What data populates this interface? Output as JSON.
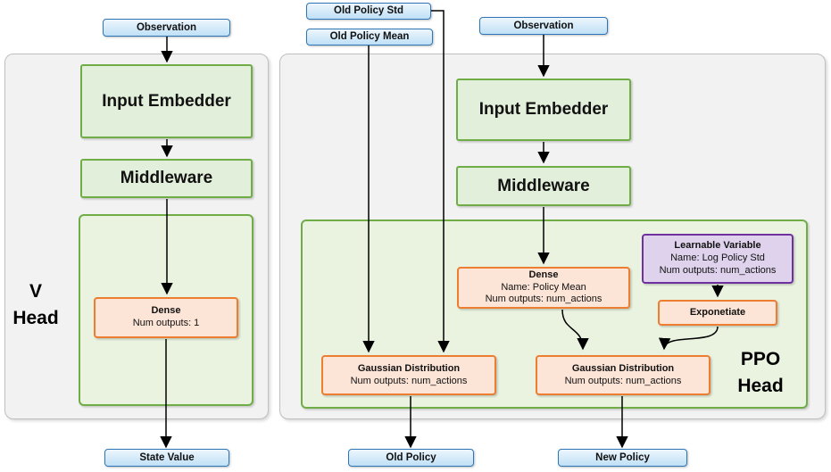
{
  "colors": {
    "blue_fill": "#cfe6f8",
    "blue_border": "#2e75b6",
    "green_fill": "#e2efda",
    "green_border": "#70ad47",
    "orange_fill": "#fce4d6",
    "orange_border": "#ed7d31",
    "purple_fill": "#ded2ec",
    "purple_border": "#7030a0",
    "gray_fill": "#f2f2f2",
    "gray_border": "#bfbfbf",
    "arrow": "#000000"
  },
  "v_head": {
    "label_line1": "V",
    "label_line2": "Head",
    "observation": "Observation",
    "input_embedder": "Input Embedder",
    "middleware": "Middleware",
    "dense": {
      "title": "Dense",
      "subtitle": "Num outputs: 1"
    },
    "output": "State Value"
  },
  "ppo_head": {
    "label_line1": "PPO",
    "label_line2": "Head",
    "old_policy_std": "Old Policy Std",
    "old_policy_mean": "Old Policy Mean",
    "observation": "Observation",
    "input_embedder": "Input Embedder",
    "middleware": "Middleware",
    "dense": {
      "title": "Dense",
      "line2": "Name: Policy Mean",
      "line3": "Num outputs: num_actions"
    },
    "learnable_variable": {
      "title": "Learnable Variable",
      "line2": "Name: Log Policy Std",
      "line3": "Num outputs: num_actions"
    },
    "exponetiate": "Exponetiate",
    "gaussian_left": {
      "title": "Gaussian Distribution",
      "subtitle": "Num outputs: num_actions"
    },
    "gaussian_right": {
      "title": "Gaussian Distribution",
      "subtitle": "Num outputs: num_actions"
    },
    "old_policy_output": "Old Policy",
    "new_policy_output": "New Policy"
  }
}
